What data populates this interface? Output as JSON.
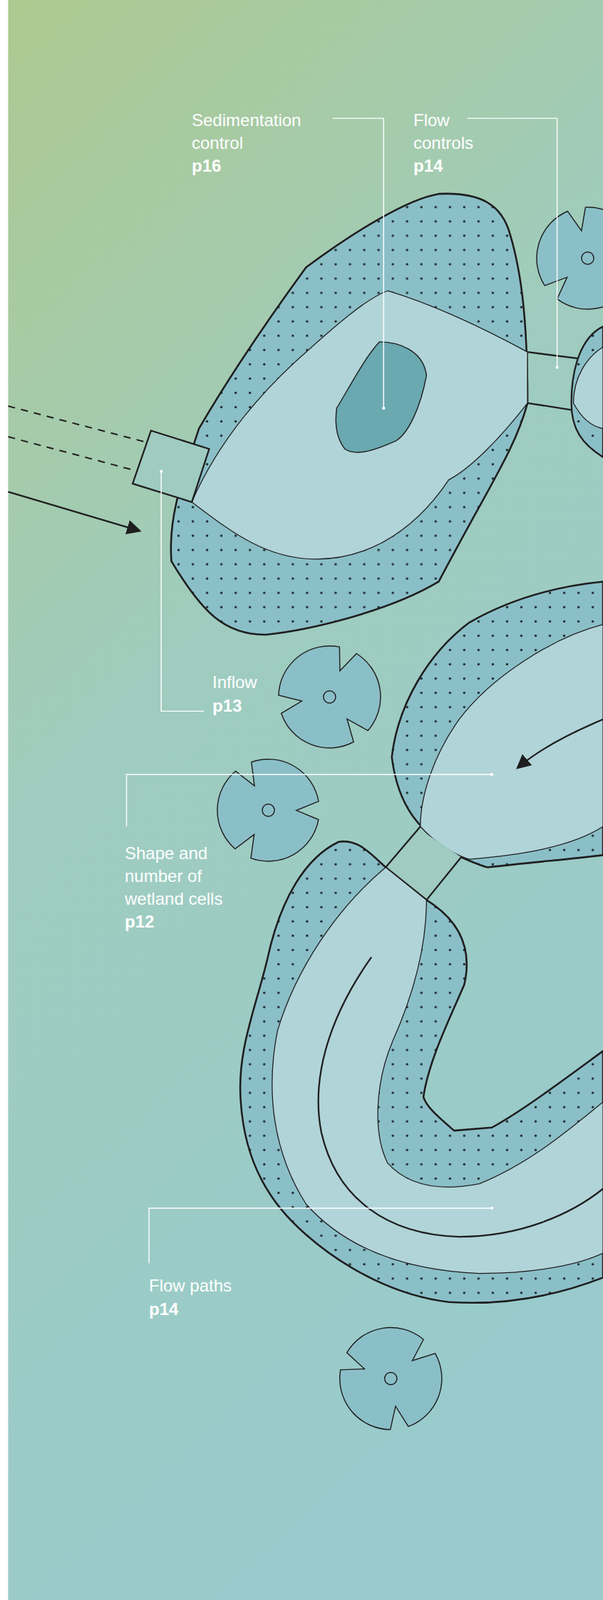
{
  "diagram": {
    "labels": [
      "Sedimentation control",
      "p16",
      "Flow controls",
      "p14",
      "Inflow",
      "p13",
      "Shape and number of wetland cells",
      "p12",
      "Flow paths",
      "p14"
    ]
  }
}
